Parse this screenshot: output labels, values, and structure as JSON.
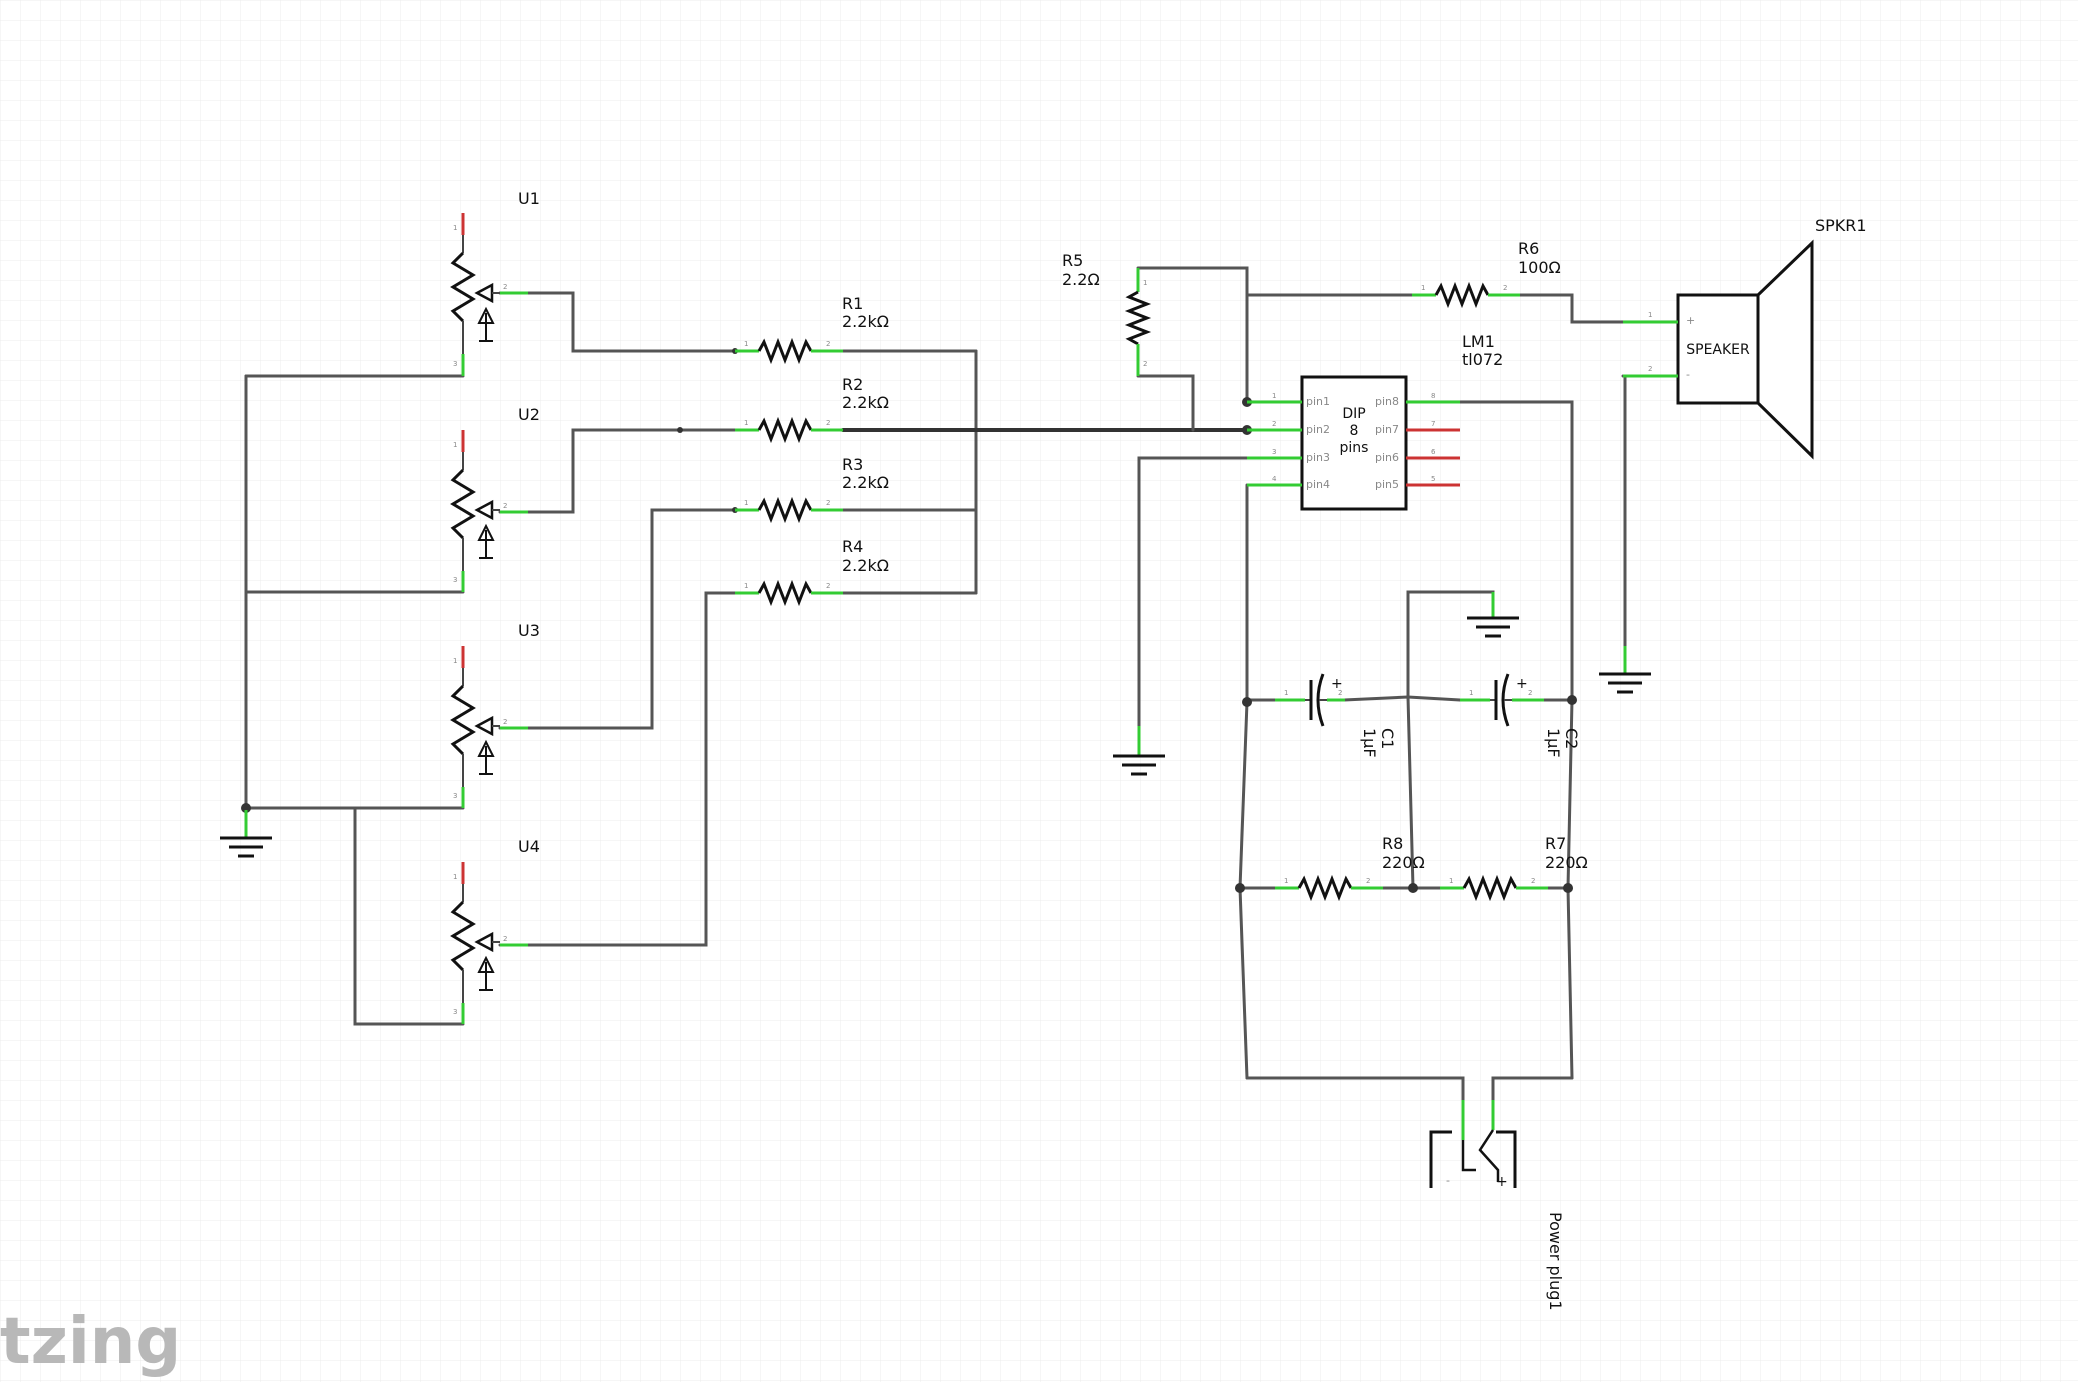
{
  "watermark": "tzing",
  "components": {
    "U1": {
      "ref": "U1"
    },
    "U2": {
      "ref": "U2"
    },
    "U3": {
      "ref": "U3"
    },
    "U4": {
      "ref": "U4"
    },
    "R1": {
      "ref": "R1",
      "value": "2.2kΩ"
    },
    "R2": {
      "ref": "R2",
      "value": "2.2kΩ"
    },
    "R3": {
      "ref": "R3",
      "value": "2.2kΩ"
    },
    "R4": {
      "ref": "R4",
      "value": "2.2kΩ"
    },
    "R5": {
      "ref": "R5",
      "value": "2.2Ω"
    },
    "R6": {
      "ref": "R6",
      "value": "100Ω"
    },
    "R7": {
      "ref": "R7",
      "value": "220Ω"
    },
    "R8": {
      "ref": "R8",
      "value": "220Ω"
    },
    "C1": {
      "ref": "C1",
      "value": "1μF"
    },
    "C2": {
      "ref": "C2",
      "value": "1μF"
    },
    "LM1": {
      "ref": "LM1",
      "value": "tl072",
      "body": [
        "DIP",
        "8",
        "pins"
      ],
      "pins_left": [
        "pin1",
        "pin2",
        "pin3",
        "pin4"
      ],
      "pins_right": [
        "pin8",
        "pin7",
        "pin6",
        "pin5"
      ],
      "pin_numbers_left": [
        "1",
        "2",
        "3",
        "4"
      ],
      "pin_numbers_right": [
        "8",
        "7",
        "6",
        "5"
      ]
    },
    "SPKR1": {
      "ref": "SPKR1",
      "body": "SPEAKER",
      "plus": "+",
      "minus": "-"
    },
    "POWER": {
      "ref": "Power plug1",
      "minus": "-",
      "plus": "+"
    }
  },
  "pin_numbers": {
    "one": "1",
    "two": "2",
    "three": "3"
  },
  "colors": {
    "wire": "#555555",
    "pin_ok": "#33cc33",
    "pin_unconnected": "#cc3333",
    "grid": "#ececec",
    "text": "#111111"
  }
}
